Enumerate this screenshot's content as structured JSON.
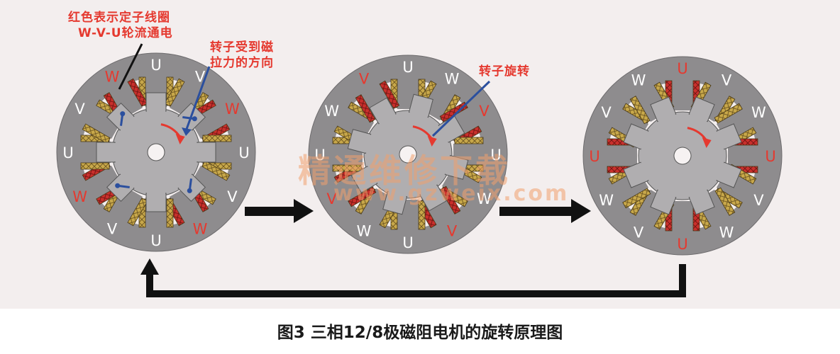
{
  "figure": {
    "caption": "图3 三相12/8极磁阻电机的旋转原理图",
    "background_color": "#f3eeee",
    "colors": {
      "stator": "#8e8c8e",
      "rotor": "#b0aeb0",
      "coil_energized": "#c9302c",
      "coil_idle": "#c8a84a",
      "label_idle": "#ffffff",
      "label_energized": "#e5392f",
      "annotation_red": "#e5392f",
      "annotation_blue": "#2b4f9e",
      "arrow": "#111111"
    }
  },
  "annotations": {
    "coil_note_line1": "红色表示定子线圈",
    "coil_note_line2": "W-V-U轮流通电",
    "pull_note_line1": "转子受到磁",
    "pull_note_line2": "拉力的方向",
    "rotation_note": "转子旋转"
  },
  "watermark": {
    "text_cn": "精通维修下载",
    "text_url": "www.gzweix.com"
  },
  "motors": [
    {
      "step": 1,
      "energized_phase": "W",
      "pole_labels": [
        "U",
        "V",
        "W",
        "U",
        "V",
        "W",
        "U",
        "V",
        "W",
        "U",
        "V",
        "W"
      ],
      "rotation_arrow": "clockwise"
    },
    {
      "step": 2,
      "energized_phase": "V",
      "pole_labels": [
        "U",
        "W",
        "V",
        "U",
        "W",
        "V",
        "U",
        "W",
        "V",
        "U",
        "W",
        "V"
      ],
      "rotation_arrow": "clockwise"
    },
    {
      "step": 3,
      "energized_phase": "U",
      "pole_labels": [
        "U",
        "V",
        "W",
        "U",
        "V",
        "W",
        "U",
        "V",
        "W",
        "U",
        "V",
        "W"
      ],
      "rotation_arrow": "clockwise"
    }
  ],
  "flow": {
    "arrows": [
      "step1-to-step2",
      "step2-to-step3",
      "step3-back-to-step1"
    ]
  }
}
